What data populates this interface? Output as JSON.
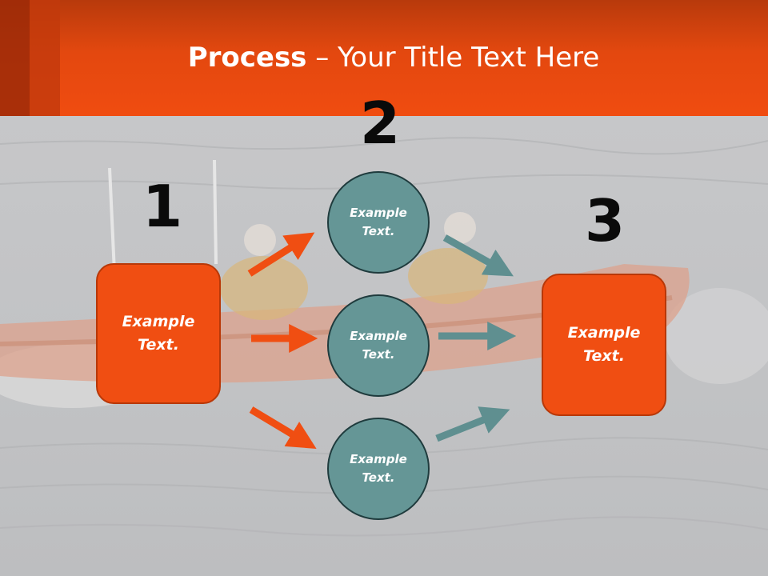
{
  "slide": {
    "title_bold": "Process",
    "title_rest": " – Your Title Text Here",
    "numbers": [
      "1",
      "2",
      "3"
    ],
    "left_box": "Example\nText.",
    "right_box": "Example\nText.",
    "circles": [
      "Example\nText.",
      "Example\nText.",
      "Example\nText."
    ]
  },
  "colors": {
    "header": "#f04c10",
    "box": "#f04e12",
    "circle": "#659696",
    "orange_arrow": "#f04e12",
    "teal_arrow": "#5f8f90"
  }
}
